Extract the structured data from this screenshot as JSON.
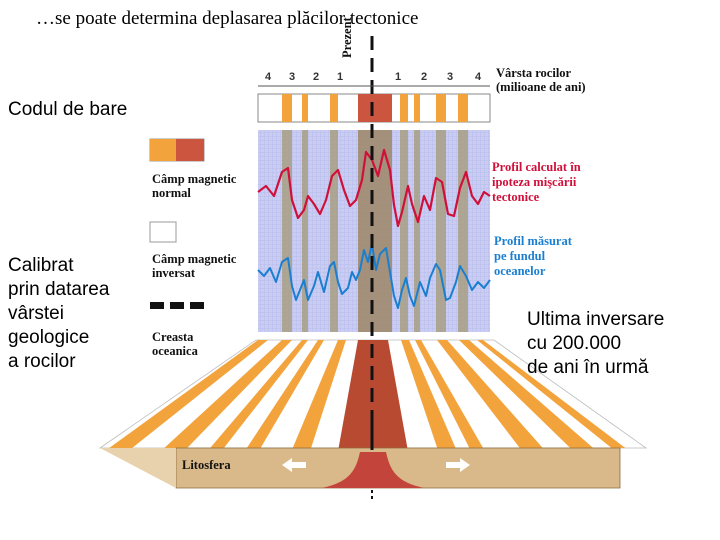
{
  "title": "…se poate determina deplasarea plăcilor tectonice",
  "left_labels": {
    "bar_code": "Codul de bare",
    "calibrat_lines": [
      "Calibrat",
      "prin datarea",
      "vârstei",
      "geologice",
      "a rocilor"
    ]
  },
  "legend": {
    "normal_lines": [
      "Câmp magnetic",
      "normal"
    ],
    "inversat_lines": [
      "Câmp magnetic",
      "inversat"
    ],
    "ridge_lines": [
      "Creasta",
      "oceanica"
    ],
    "lithosphere": "Litosfera"
  },
  "right_labels": {
    "age_lines": [
      "Vârsta rocilor",
      "(milioane de ani)"
    ],
    "calc_lines": [
      "Profil calculat în",
      "ipoteza mişcării",
      "tectonice"
    ],
    "measured_lines": [
      "Profil măsurat",
      "pe fundul",
      "oceanelor"
    ],
    "last_reversal_lines": [
      "Ultima inversare",
      "cu 200.000",
      "de ani în urmă"
    ]
  },
  "axis": {
    "present": "Prezent",
    "ticks_left": [
      "4",
      "3",
      "2",
      "1"
    ],
    "ticks_right": [
      "1",
      "2",
      "3",
      "4"
    ]
  },
  "colors": {
    "normal_orange": "#f3a33c",
    "normal_red": "#cc5540",
    "profile_red": "#d0103a",
    "profile_blue": "#1a7fd0",
    "ridge_red": "#b84a32",
    "panel_blue": "#c9cdf3"
  }
}
